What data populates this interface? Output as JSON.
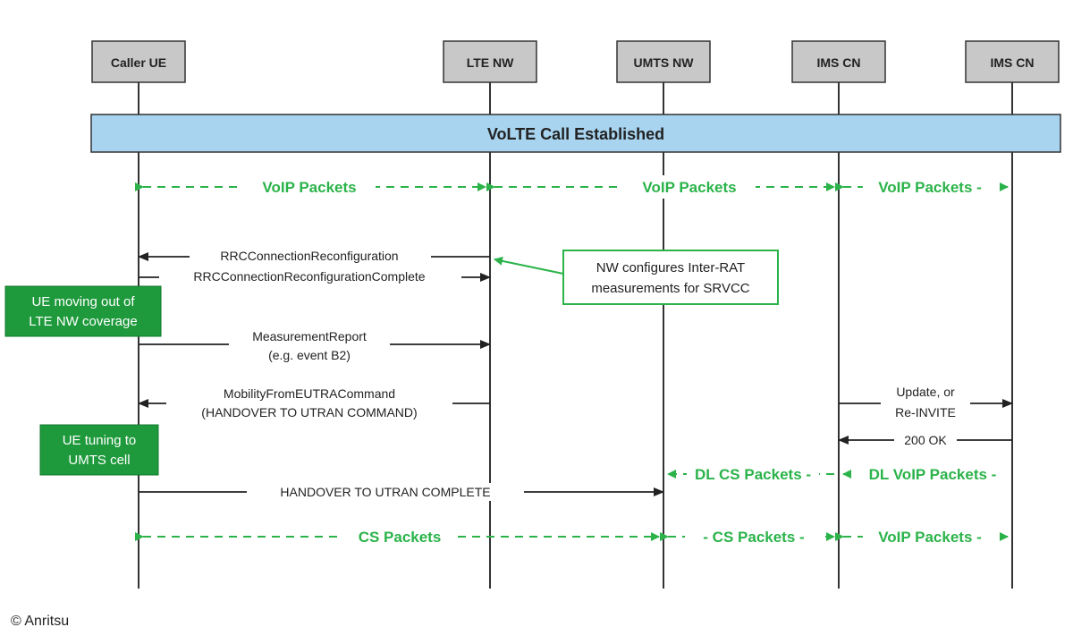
{
  "entities": [
    {
      "id": "caller-ue",
      "label": "Caller UE"
    },
    {
      "id": "lte-nw",
      "label": "LTE NW"
    },
    {
      "id": "umts-nw",
      "label": "UMTS NW"
    },
    {
      "id": "ims-cn-1",
      "label": "IMS CN"
    },
    {
      "id": "ims-cn-2",
      "label": "IMS CN"
    }
  ],
  "banner": {
    "label": "VoLTE Call Established"
  },
  "flows": {
    "voip_packets": "VoIP Packets",
    "voip_packets_short": "VoIP Packets -",
    "dl_cs_packets": "DL CS Packets -",
    "dl_voip_packets": "DL VoIP Packets -",
    "cs_packets": "CS Packets",
    "cs_packets_short": "- CS Packets -",
    "voip_packets_last": "VoIP Packets -"
  },
  "messages": {
    "rrc_reconfig": "RRCConnectionReconfiguration",
    "rrc_reconfig_complete": "RRCConnectionReconfigurationComplete",
    "measurement_report": "MeasurementReport",
    "measurement_event": "(e.g. event B2)",
    "mobility_cmd": "MobilityFromEUTRACommand",
    "mobility_cmd_sub": "(HANDOVER TO UTRAN COMMAND)",
    "update_line1": "Update, or",
    "update_line2": "Re-INVITE",
    "ok_200": "200 OK",
    "handover_complete": "HANDOVER TO UTRAN COMPLETE"
  },
  "note": {
    "line1": "NW configures Inter-RAT",
    "line2": "measurements for SRVCC"
  },
  "states": {
    "moving_line1": "UE moving out of",
    "moving_line2": "LTE NW coverage",
    "tuning_line1": "UE tuning to",
    "tuning_line2": "UMTS cell"
  },
  "copyright": "© Anritsu",
  "colors": {
    "green": "#2bb34a",
    "banner": "#a8d4f0",
    "state": "#1e9a3c"
  }
}
